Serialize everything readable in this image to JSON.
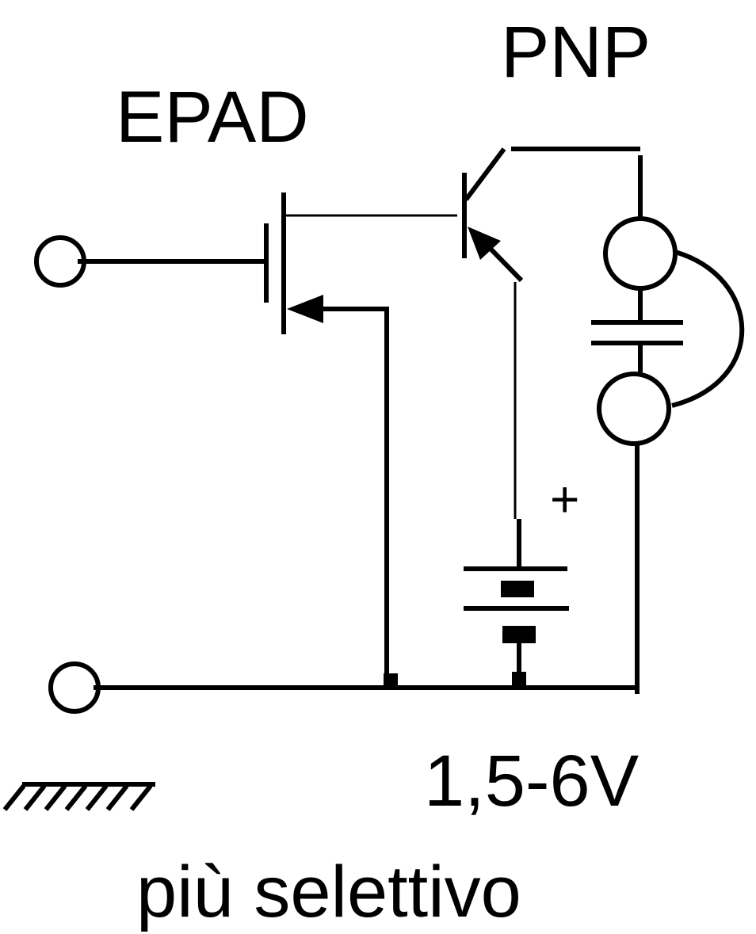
{
  "labels": {
    "mosfet": "EPAD",
    "transistor": "PNP",
    "battery_polarity": "+",
    "voltage": "1,5-6V",
    "caption": "più selettivo"
  },
  "colors": {
    "ink": "#000000",
    "background": "#ffffff"
  },
  "icons": {
    "ground": "ground-hatch-icon",
    "battery": "battery-icon",
    "headphone": "earphone-icon"
  }
}
